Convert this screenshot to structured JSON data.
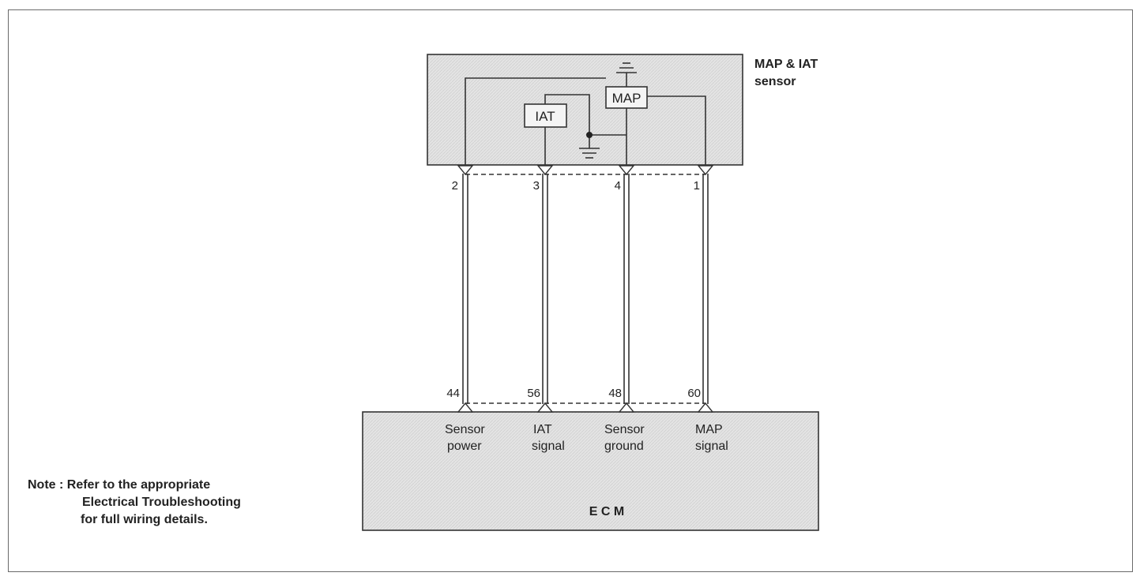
{
  "sensor": {
    "title_line1": "MAP & IAT",
    "title_line2": "sensor",
    "iat_label": "IAT",
    "map_label": "MAP"
  },
  "pins": {
    "sensor": [
      "2",
      "3",
      "4",
      "1"
    ],
    "ecm": [
      "44",
      "56",
      "48",
      "60"
    ]
  },
  "signals": [
    {
      "line1": "Sensor",
      "line2": "power"
    },
    {
      "line1": "IAT",
      "line2": "signal"
    },
    {
      "line1": "Sensor",
      "line2": "ground"
    },
    {
      "line1": "MAP",
      "line2": "signal"
    }
  ],
  "ecm": {
    "label": "E C M"
  },
  "note": {
    "line1": "Note : Refer to the appropriate",
    "line2": "Electrical Troubleshooting",
    "line3": "for full wiring details."
  },
  "colors": {
    "box_fill": "#e6e6e6",
    "line": "#333333"
  }
}
